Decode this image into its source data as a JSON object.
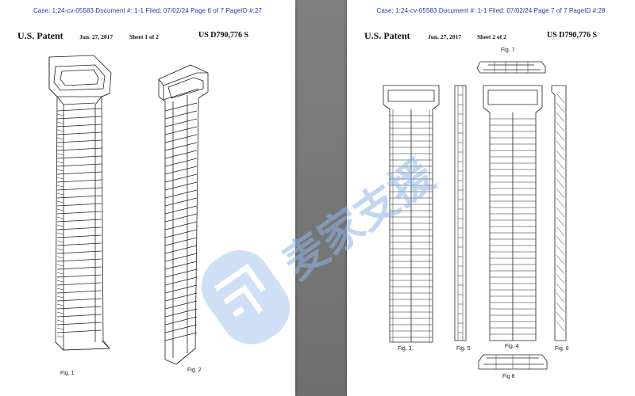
{
  "colors": {
    "header_blue": "#1a3da8",
    "watermark_blue": "#8fb5e8",
    "line": "#222222"
  },
  "left_page": {
    "case_header": "Case: 1:24-cv-05583 Document #: 1-1 Filed: 07/02/24 Page 6 of 7 PageID #:27",
    "title": "U.S. Patent",
    "date": "Jun. 27, 2017",
    "sheet": "Sheet 1 of 2",
    "patent_number": "US D790,776 S",
    "figures": [
      "Fig. 1",
      "Fig. 2"
    ]
  },
  "right_page": {
    "case_header": "Case: 1:24-cv-05583 Document #: 1-1 Filed: 07/02/24 Page 7 of 7 PageID #:28",
    "title": "U.S. Patent",
    "date": "Jun. 27, 2017",
    "sheet": "Sheet 2 of 2",
    "patent_number": "US D790,776 S",
    "figures": [
      "Fig. 7",
      "Fig. 3.",
      "Fig. 5",
      "Fig. 4",
      "Fig. 6",
      "Fig 8"
    ]
  },
  "watermark": {
    "text": "麦家支援",
    "icon": "shield-logo-icon"
  }
}
